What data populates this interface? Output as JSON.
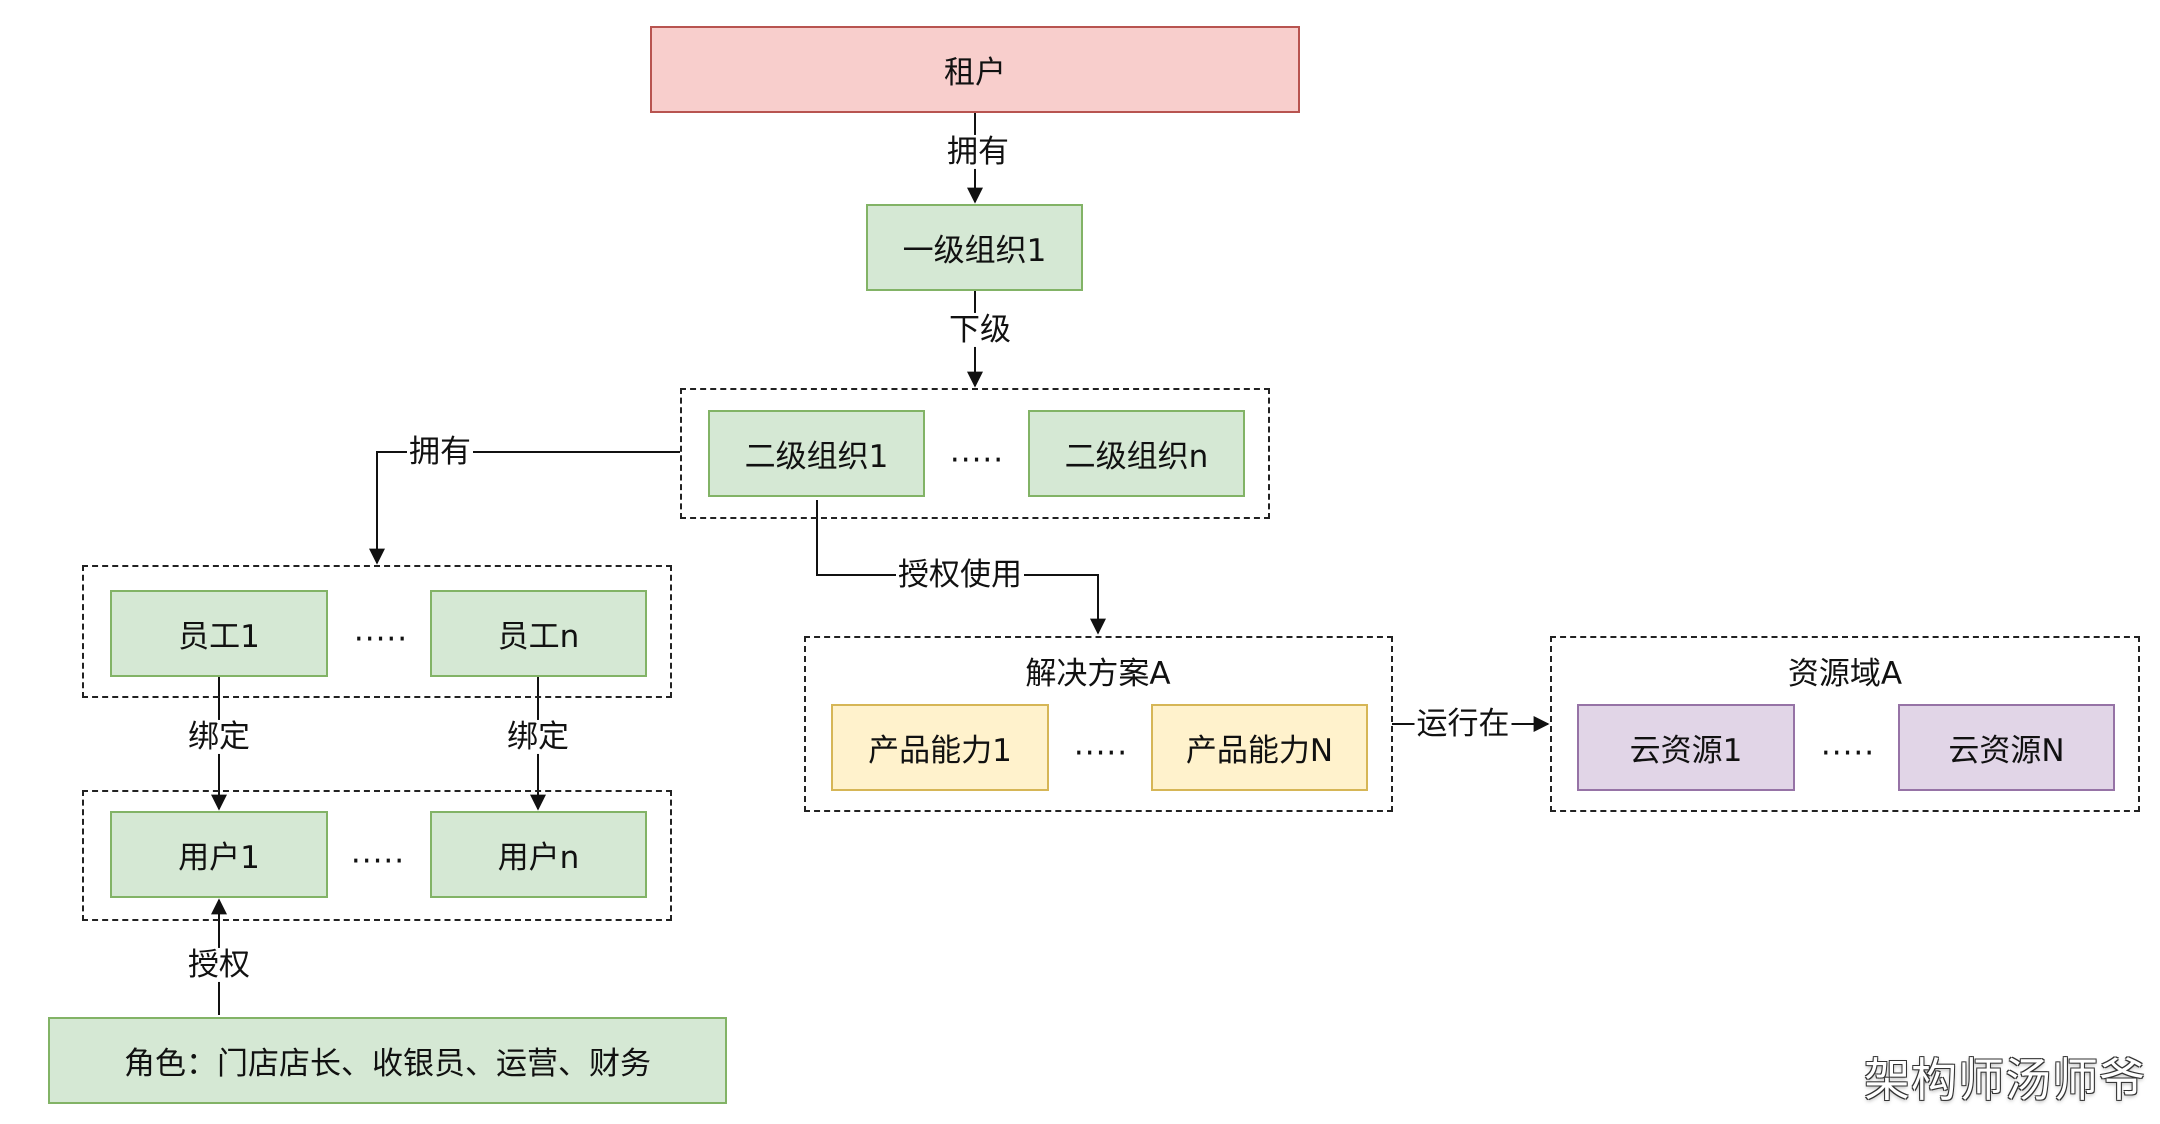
{
  "nodes": {
    "tenant": "租户",
    "org_level1": "一级组织1",
    "org_level2_first": "二级组织1",
    "org_level2_last": "二级组织n",
    "employee_first": "员工1",
    "employee_last": "员工n",
    "user_first": "用户1",
    "user_last": "用户n",
    "role": "角色：门店店长、收银员、运营、财务",
    "product_first": "产品能力1",
    "product_last": "产品能力N",
    "cloud_first": "云资源1",
    "cloud_last": "云资源N"
  },
  "groups": {
    "solution_title": "解决方案A",
    "resource_domain_title": "资源域A"
  },
  "ellipsis": ".....",
  "edges": {
    "tenant_owns": "拥有",
    "subordinate": "下级",
    "org_owns": "拥有",
    "authorize_use": "授权使用",
    "bind": "绑定",
    "authorize": "授权",
    "runs_on": "运行在"
  },
  "watermark": "架构师汤师爷",
  "colors": {
    "pink_fill": "#f8cecc",
    "pink_stroke": "#b85450",
    "green_fill": "#d5e8d4",
    "green_stroke": "#82b366",
    "yellow_fill": "#fff2cc",
    "yellow_stroke": "#d6b656",
    "purple_fill": "#e1d5e7",
    "purple_stroke": "#9673a6"
  }
}
